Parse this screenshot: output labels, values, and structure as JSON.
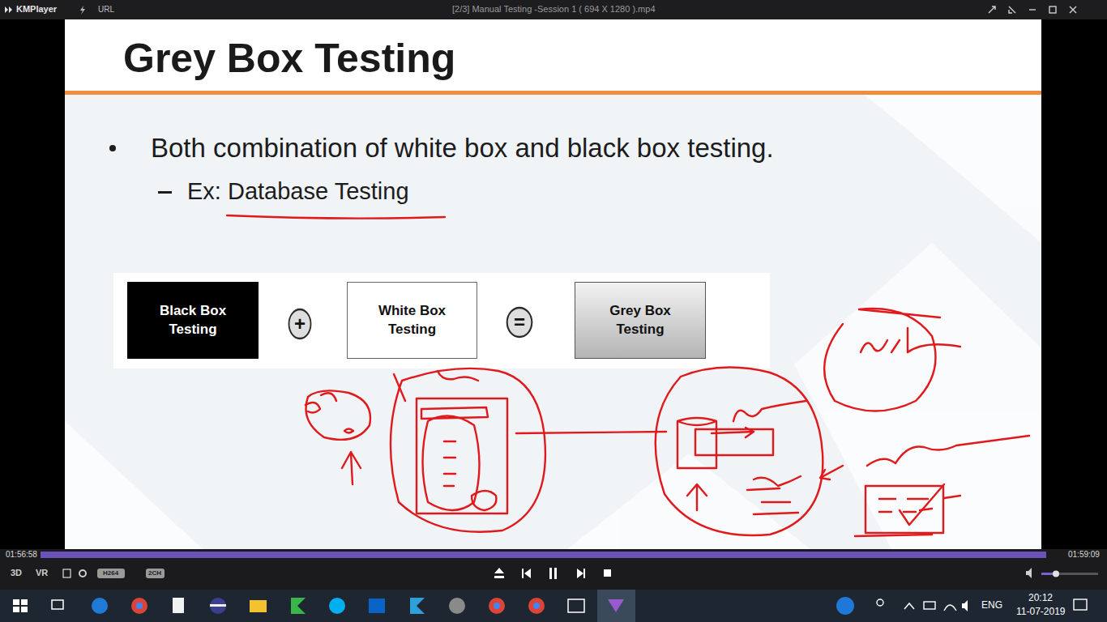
{
  "diagram": {
    "title": "Grey Box Testing",
    "nodes": [
      {
        "text": [
          "Black Box Testing"
        ]
      },
      {
        "text": [
          "+"
        ]
      },
      {
        "text": [
          "White Box Testing"
        ]
      },
      {
        "text": [
          "="
        ]
      },
      {
        "text": [
          "Grey Box Testing"
        ]
      }
    ],
    "labels": [
      "KMPlayer",
      "URL",
      "[2/3] Manual Testing -Session 1 ( 694 X 1280 ).mp4",
      "Both combination of white box and black box testing.",
      "Ex: Database Testing",
      "01:56:58",
      "01:59:09",
      "3D",
      "VR",
      "H264",
      "2CH",
      "ENG",
      "20:12",
      "11-07-2019"
    ]
  }
}
